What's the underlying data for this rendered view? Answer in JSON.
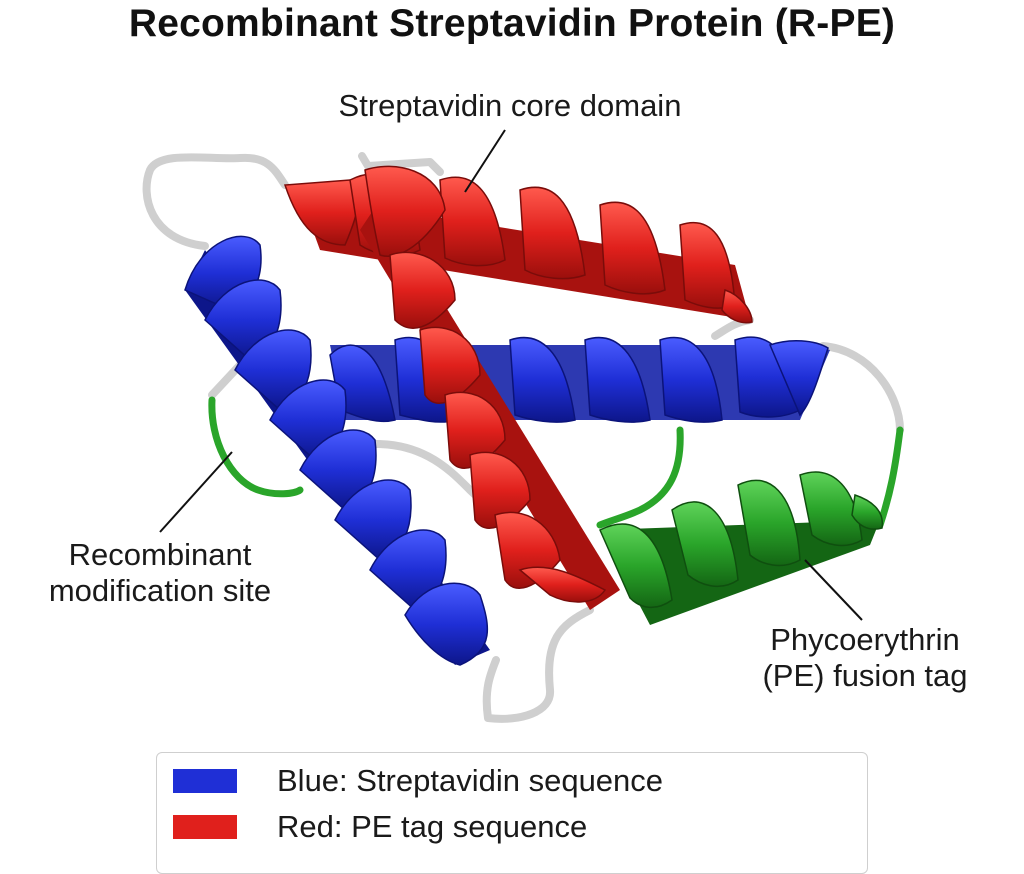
{
  "title": "Recombinant Streptavidin Protein (R-PE)",
  "annotations": {
    "core": "Streptavidin core domain",
    "mod_line1": "Recombinant",
    "mod_line2": "modification site",
    "pe_line1": "Phycoerythrin",
    "pe_line2": "(PE) fusion tag"
  },
  "legend": {
    "items": [
      {
        "swatch_color": "#1f2fd6",
        "label": "Blue: Streptavidin sequence"
      },
      {
        "swatch_color": "#e0201c",
        "label": "Red: PE tag sequence"
      }
    ]
  },
  "colors": {
    "blue": "#1f2fd6",
    "red": "#e0201c",
    "green": "#2aa52a",
    "loop": "#d4d4d4"
  }
}
